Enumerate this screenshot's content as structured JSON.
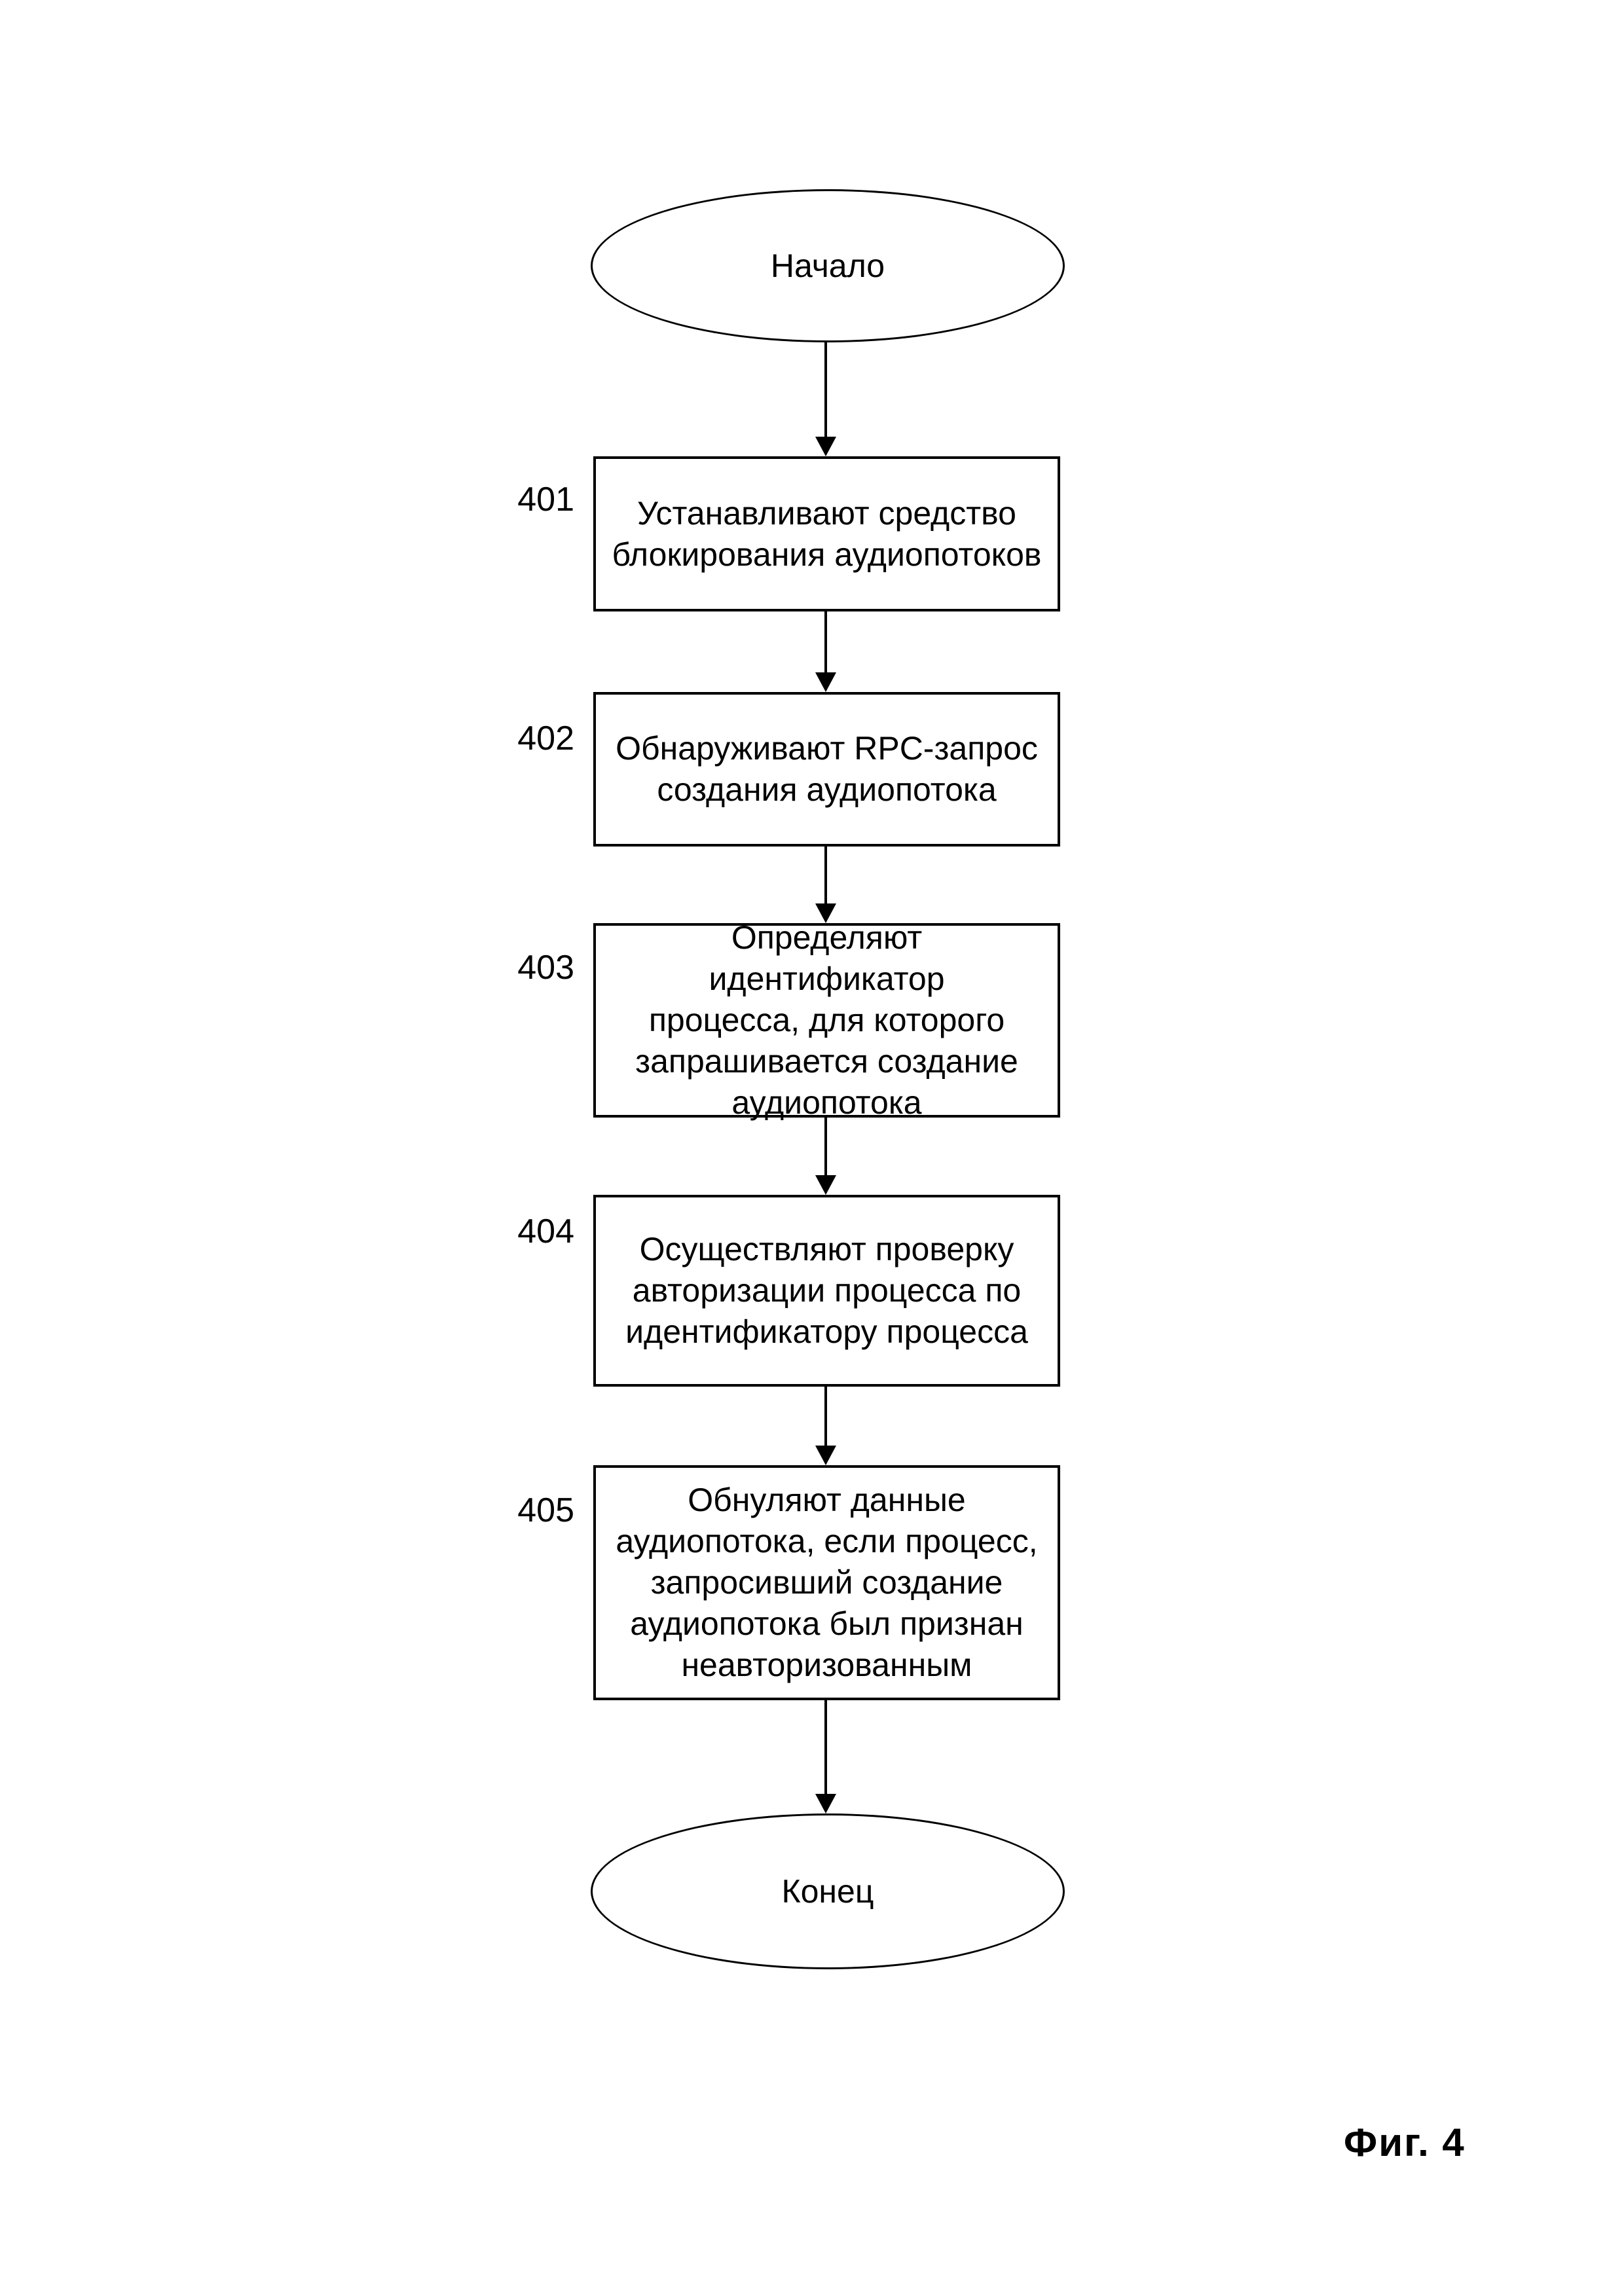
{
  "flowchart": {
    "start_label": "Начало",
    "end_label": "Конец",
    "steps": [
      {
        "id": "401",
        "text": "Устанавливают средство\nблокирования аудиопотоков"
      },
      {
        "id": "402",
        "text": "Обнаруживают RPC-запрос\nсоздания аудиопотока"
      },
      {
        "id": "403",
        "text": "Определяют идентификатор\nпроцесса, для которого\nзапрашивается создание\nаудиопотока"
      },
      {
        "id": "404",
        "text": "Осуществляют проверку\nавторизации процесса по\nидентификатору процесса"
      },
      {
        "id": "405",
        "text": "Обнуляют данные\nаудиопотока, если процесс,\nзапросивший создание\nаудиопотока был признан\nнеавторизованным"
      }
    ]
  },
  "caption": "Фиг. 4",
  "colors": {
    "ink": "#000000",
    "paper": "#ffffff"
  }
}
